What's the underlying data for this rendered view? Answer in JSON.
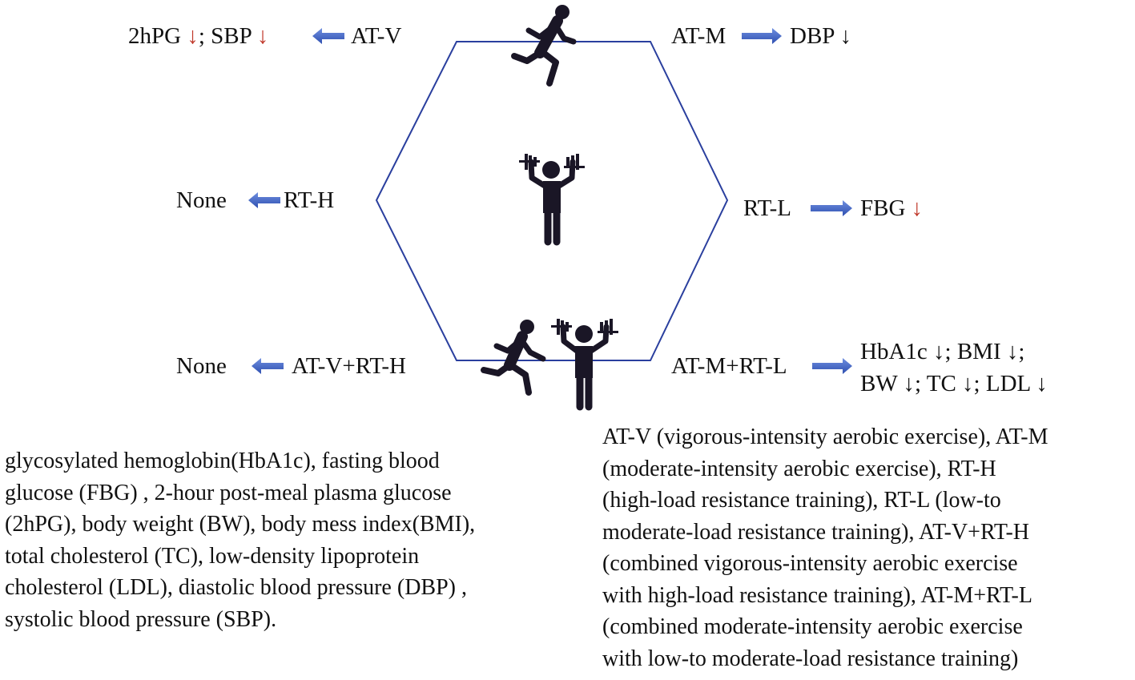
{
  "colors": {
    "hexagon": "#2a3f9e",
    "arrow": "#3f63c8",
    "down_arrow": "#c0392b",
    "figure": "#1a1626"
  },
  "icons": {
    "top": "runner-icon",
    "center": "weightlifter-icon",
    "bottom": [
      "runner-icon",
      "weightlifter-icon"
    ]
  },
  "outcomes": {
    "at_v": {
      "label": "AT-V",
      "effects": [
        {
          "text": "2hPG",
          "arrow": "↓"
        },
        {
          "text": "; SBP",
          "arrow": "↓"
        }
      ]
    },
    "at_m": {
      "label": "AT-M",
      "effects": [
        {
          "text": "DBP",
          "arrow": "↓"
        }
      ]
    },
    "rt_h": {
      "label": "RT-H",
      "effects": "None"
    },
    "rt_l": {
      "label": "RT-L",
      "effects": [
        {
          "text": "FBG",
          "arrow": "↓"
        }
      ]
    },
    "at_v_rt_h": {
      "label": "AT-V+RT-H",
      "effects": "None"
    },
    "at_m_rt_l": {
      "label": "AT-M+RT-L",
      "effects_line1": [
        {
          "text": "HbA1c",
          "arrow": "↓"
        },
        {
          "text": "; BMI",
          "arrow": "↓"
        },
        {
          "text": ";",
          "arrow": ""
        }
      ],
      "effects_line2": [
        {
          "text": "BW",
          "arrow": "↓"
        },
        {
          "text": "; TC",
          "arrow": "↓"
        },
        {
          "text": "; LDL",
          "arrow": "↓"
        }
      ]
    }
  },
  "legend_abbrev": [
    "glycosylated hemoglobin(HbA1c), fasting blood",
    "glucose (FBG) , 2-hour post-meal plasma glucose",
    "(2hPG), body weight (BW), body mess index(BMI),",
    "total cholesterol (TC), low-density lipoprotein",
    "cholesterol (LDL),  diastolic blood pressure (DBP) ,",
    "systolic blood pressure (SBP)."
  ],
  "legend_exercise": [
    "AT-V (vigorous-intensity aerobic exercise), AT-M",
    "(moderate-intensity aerobic exercise), RT-H",
    "(high-load resistance training), RT-L (low-to",
    "moderate-load resistance training), AT-V+RT-H",
    "(combined vigorous-intensity aerobic exercise",
    "with high-load resistance training), AT-M+RT-L",
    "(combined moderate-intensity aerobic exercise",
    "with low-to moderate-load resistance training)"
  ]
}
